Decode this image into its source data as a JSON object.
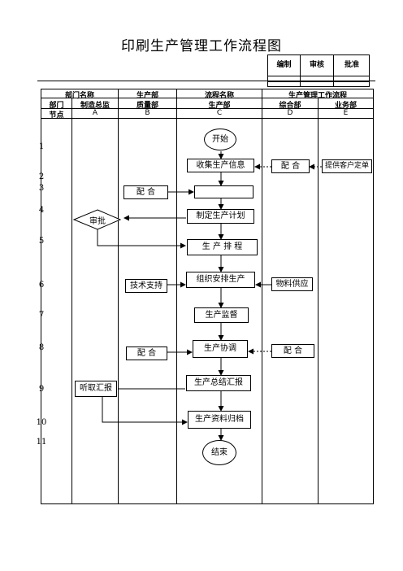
{
  "title": "印刷生产管理工作流程图",
  "approval": {
    "compile": "编制",
    "review": "审核",
    "approve": "批准"
  },
  "header": {
    "row1": {
      "dept_name": "部门名称",
      "production_dept": "生产部",
      "process_name": "流程名称",
      "process_value": "生产管理工作流程"
    },
    "row2": {
      "dept": "部门",
      "a": "制造总监",
      "b": "质量部",
      "c": "生产部",
      "d": "综合部",
      "e": "业务部"
    },
    "row3": {
      "node": "节点",
      "a": "A",
      "b": "B",
      "c": "C",
      "d": "D",
      "e": "E"
    }
  },
  "node_numbers": [
    "1",
    "2",
    "3",
    "4",
    "5",
    "6",
    "7",
    "8",
    "9",
    "10",
    "11"
  ],
  "steps": {
    "start": "开始",
    "collect": "收集生产信息",
    "plan": "制定生产计划",
    "schedule": "生 产 排 程",
    "organize": "组织安排生产",
    "monitor": "生产监督",
    "coordinate": "生产协调",
    "summary": "生产总结汇报",
    "archive": "生产资料归档",
    "end": "结束"
  },
  "side": {
    "cooperate_d_collect": "配    合",
    "customer_order": "提供客户定单",
    "cooperate_b_3": "配    合",
    "approve_diamond": "审批",
    "tech_support": "技术支持",
    "material_supply": "物料供应",
    "cooperate_b_8": "配    合",
    "cooperate_d_8": "配    合",
    "listen_report": "听取汇报"
  }
}
